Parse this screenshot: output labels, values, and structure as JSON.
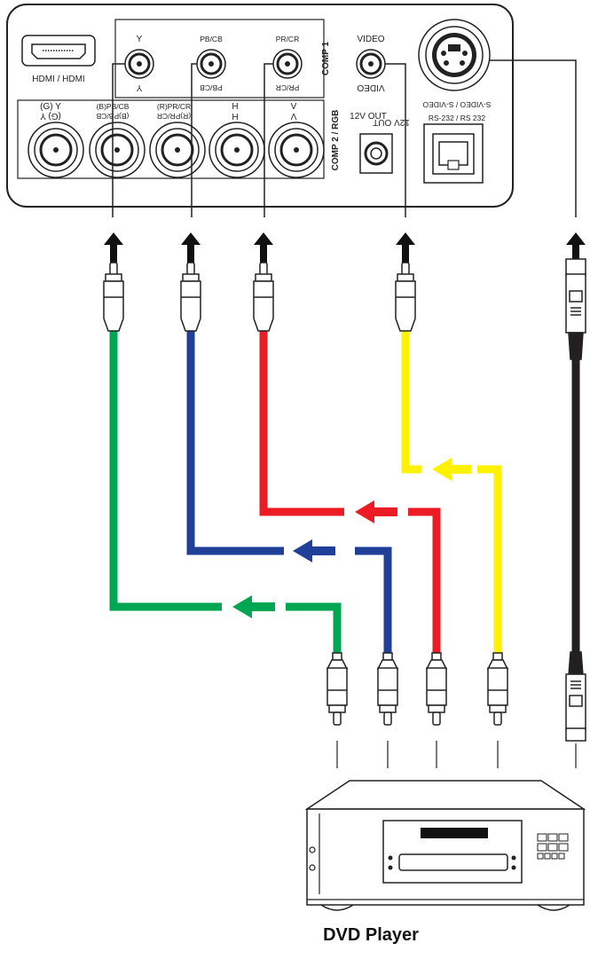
{
  "panel": {
    "hdmi_label": "HDMI / HDMI",
    "comp1": {
      "title": "COMP 1",
      "y_top": "Y",
      "y_bottom": "Y",
      "pb_top": "PB/CB",
      "pb_bottom": "PB/CB",
      "pr_top": "PR/CR",
      "pr_bottom": "PR/CR"
    },
    "video_top": "VIDEO",
    "video_bottom": "VIDEO",
    "svideo_rs232_top": "S-VIDEO / S-VIDEO",
    "svideo_rs232_bottom": "RS-232 / RS 232",
    "comp2": {
      "title": "COMP 2 / RGB",
      "gy_top": "(G) Y",
      "gy_bottom": "(G) Y",
      "bpb_top": "(B)PB/CB",
      "bpb_bottom": "(B)PB/CB",
      "rpr_top": "(R)PR/CR",
      "rpr_bottom": "(R)PR/CR",
      "h_top": "H",
      "h_bottom": "H",
      "v_top": "V",
      "v_bottom": "V"
    },
    "twelve_v_top": "12V OUT",
    "twelve_v_bottom": "12V OUT"
  },
  "cables": [
    {
      "name": "green",
      "color": "#00a651"
    },
    {
      "name": "blue",
      "color": "#1f3f99"
    },
    {
      "name": "red",
      "color": "#ed1c24"
    },
    {
      "name": "yellow",
      "color": "#fff200"
    },
    {
      "name": "black",
      "color": "#231f20"
    }
  ],
  "device": {
    "label": "DVD Player"
  }
}
